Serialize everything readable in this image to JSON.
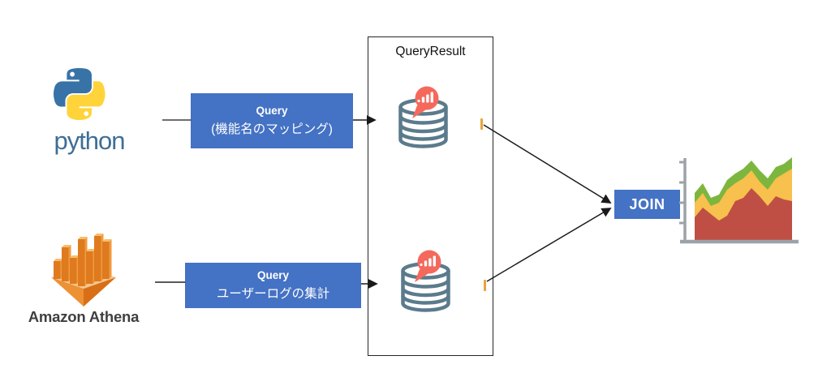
{
  "canvas": {
    "background": "#ffffff"
  },
  "colors": {
    "accent_blue": "#4472C4",
    "db_cylinder_slate": "#5B7B8C",
    "bubble_coral": "#F4695C",
    "tick_orange": "#E8A33B",
    "chart_green": "#7DB63F",
    "chart_yellow": "#F8C04C",
    "chart_red": "#BF4F45",
    "python_blue": "#3873A7",
    "python_yellow": "#FFD43B",
    "athena_orange": "#E07C1F"
  },
  "sources": {
    "python": {
      "label": "python"
    },
    "athena": {
      "label": "Amazon Athena"
    }
  },
  "queries": [
    {
      "title": "Query",
      "subtitle": "(機能名のマッピング)"
    },
    {
      "title": "Query",
      "subtitle": "ユーザーログの集計"
    }
  ],
  "query_result": {
    "label": "QueryResult"
  },
  "join": {
    "label": "JOIN"
  },
  "icons": {
    "python_logo": "python-two-snakes",
    "athena_logo": "amazon-athena-3d-bars",
    "db_result": "database-cylinder-with-chart-bubble",
    "output_chart": "stacked-area-chart"
  }
}
